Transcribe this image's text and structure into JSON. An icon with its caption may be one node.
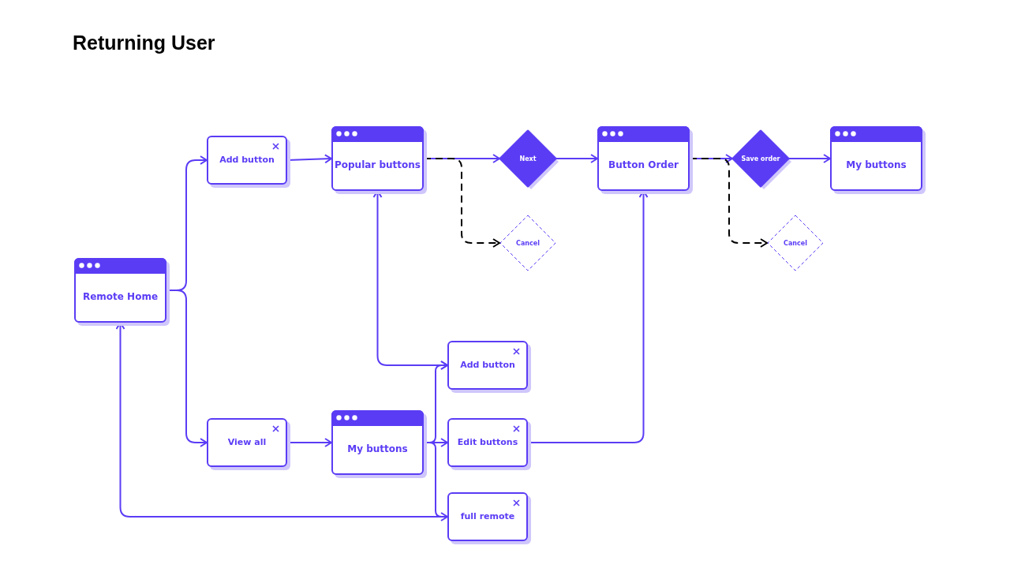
{
  "diagram": {
    "title": "Returning User",
    "nodes": [
      {
        "text": [
          "Remote Home"
        ]
      },
      {
        "text": [
          "Add button"
        ]
      },
      {
        "text": [
          "Popular buttons"
        ]
      },
      {
        "text": [
          "Next"
        ]
      },
      {
        "text": [
          "Cancel"
        ]
      },
      {
        "text": [
          "Button Order"
        ]
      },
      {
        "text": [
          "Save order"
        ]
      },
      {
        "text": [
          "Cancel"
        ]
      },
      {
        "text": [
          "My buttons"
        ]
      },
      {
        "text": [
          "View all"
        ]
      },
      {
        "text": [
          "My buttons"
        ]
      },
      {
        "text": [
          "Add button"
        ]
      },
      {
        "text": [
          "Edit buttons"
        ]
      },
      {
        "text": [
          "full remote"
        ]
      }
    ],
    "edges": [
      {
        "from": 0,
        "to": 1,
        "arrow": "to"
      },
      {
        "from": 0,
        "to": 9,
        "arrow": "to"
      },
      {
        "from": 1,
        "to": 2,
        "arrow": "to"
      },
      {
        "from": 2,
        "to": 3,
        "arrow": "to"
      },
      {
        "from": 2,
        "to": 4,
        "arrow": "to",
        "style": "dashed",
        "color": "#000000"
      },
      {
        "from": 3,
        "to": 5,
        "arrow": "to"
      },
      {
        "from": 5,
        "to": 6,
        "arrow": "to"
      },
      {
        "from": 5,
        "to": 7,
        "arrow": "to",
        "style": "dashed",
        "color": "#000000"
      },
      {
        "from": 6,
        "to": 8,
        "arrow": "to"
      },
      {
        "from": 9,
        "to": 10,
        "arrow": "to"
      },
      {
        "from": 10,
        "to": 11,
        "arrow": "to"
      },
      {
        "from": 10,
        "to": 12,
        "arrow": "to"
      },
      {
        "from": 10,
        "to": 13,
        "arrow": "to"
      },
      {
        "from": 11,
        "to": 2,
        "arrow": "both"
      },
      {
        "from": 12,
        "to": 5,
        "arrow": "to"
      },
      {
        "from": 13,
        "to": 0,
        "arrow": "to"
      }
    ]
  }
}
